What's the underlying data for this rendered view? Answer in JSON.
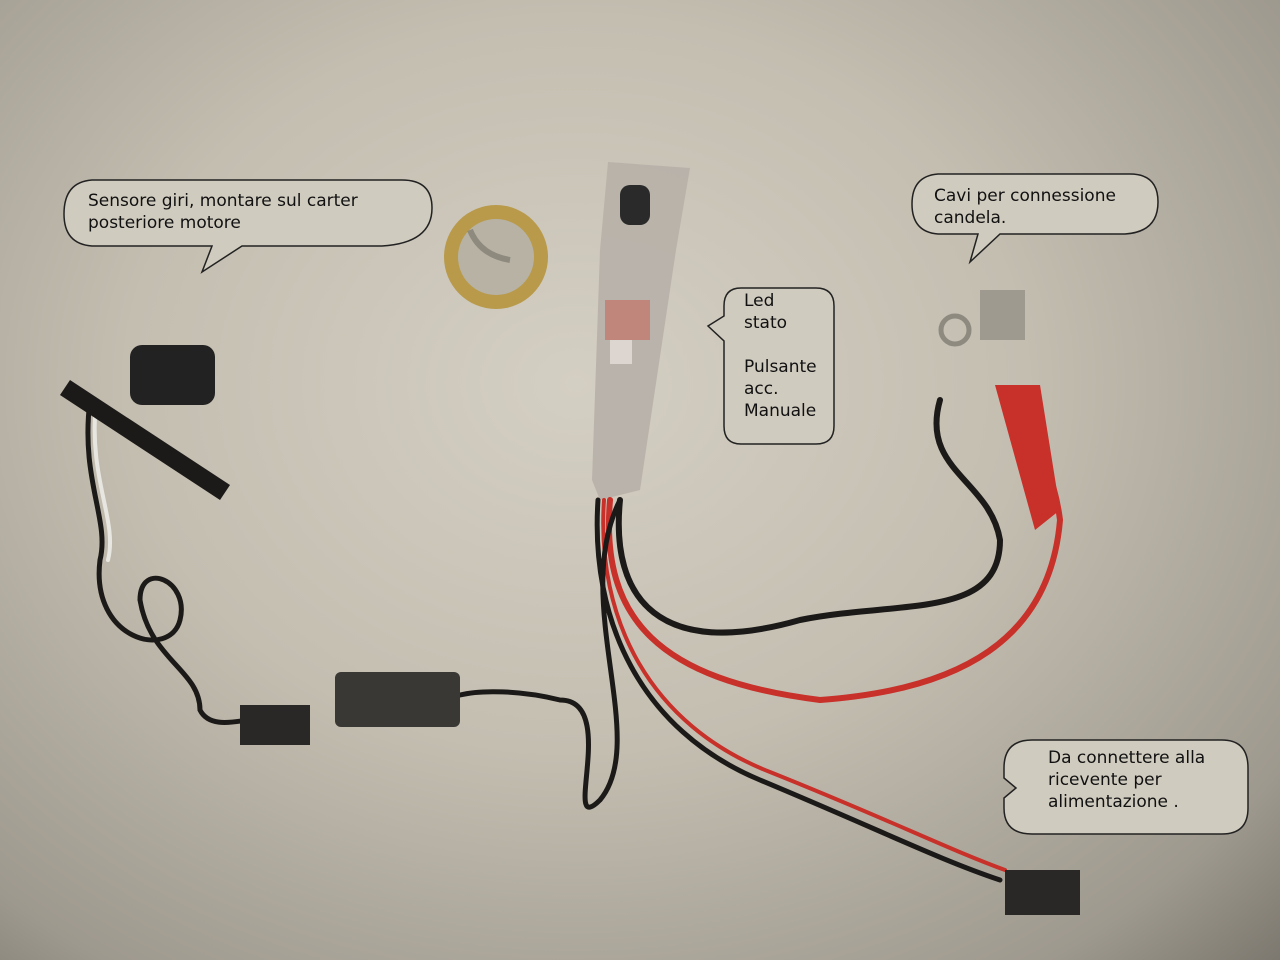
{
  "annotations": {
    "sensor": "Sensore giri, montare sul carter\nposteriore motore",
    "plug_cables": "Cavi per connessione\ncandela.",
    "led_button": "Led\nstato\n\nPulsante\n acc.\nManuale",
    "receiver": "Da connettere alla\nricevente per\nalimentazione ."
  },
  "colors": {
    "background": "#c9c3b6",
    "red_wire": "#c8302a",
    "black_wire": "#1c1a18",
    "white_wire": "#e8e6e0"
  }
}
